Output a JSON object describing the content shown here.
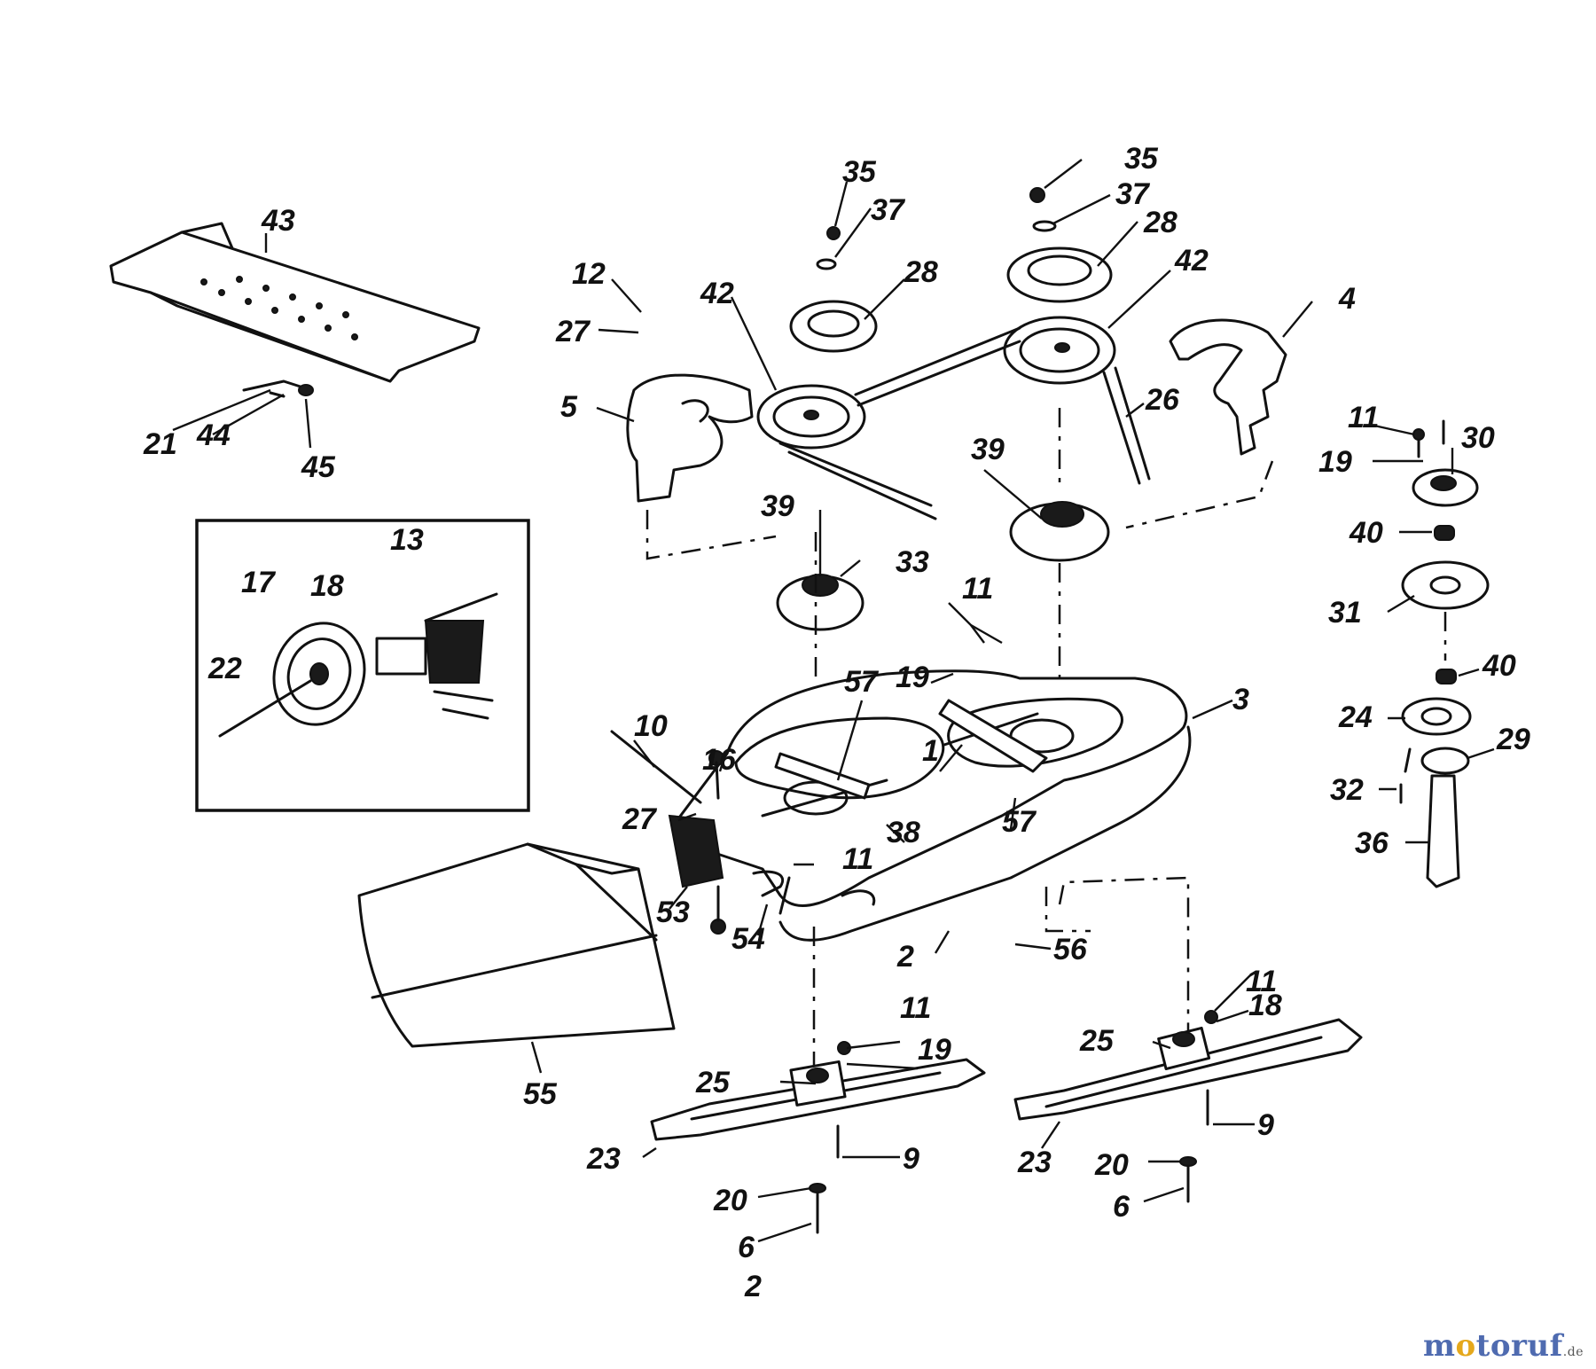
{
  "diagram": {
    "figure_number": "2",
    "callouts": [
      "1",
      "2",
      "3",
      "4",
      "5",
      "6",
      "9",
      "10",
      "11",
      "12",
      "13",
      "16",
      "17",
      "18",
      "19",
      "20",
      "21",
      "22",
      "23",
      "24",
      "25",
      "26",
      "27",
      "28",
      "29",
      "30",
      "31",
      "32",
      "33",
      "35",
      "36",
      "37",
      "38",
      "39",
      "40",
      "42",
      "43",
      "44",
      "45",
      "53",
      "54",
      "55",
      "56",
      "57"
    ]
  },
  "watermark": {
    "brand_pre": "m",
    "brand_o": "o",
    "brand_post": "toruf",
    "tld": ".de"
  }
}
